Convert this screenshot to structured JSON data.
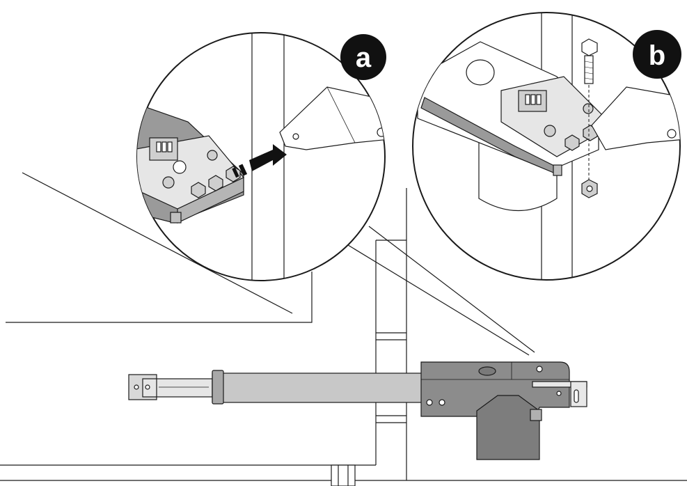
{
  "callouts": [
    {
      "id": "a",
      "label": "a"
    },
    {
      "id": "b",
      "label": "b"
    }
  ],
  "colors": {
    "line": "#1a1a1a",
    "actuator_body": "#8c8c8c",
    "actuator_dark": "#7a7a7a",
    "actuator_tube": "#c8c8c8",
    "plate": "#e8e8e8",
    "badge": "#111111"
  }
}
